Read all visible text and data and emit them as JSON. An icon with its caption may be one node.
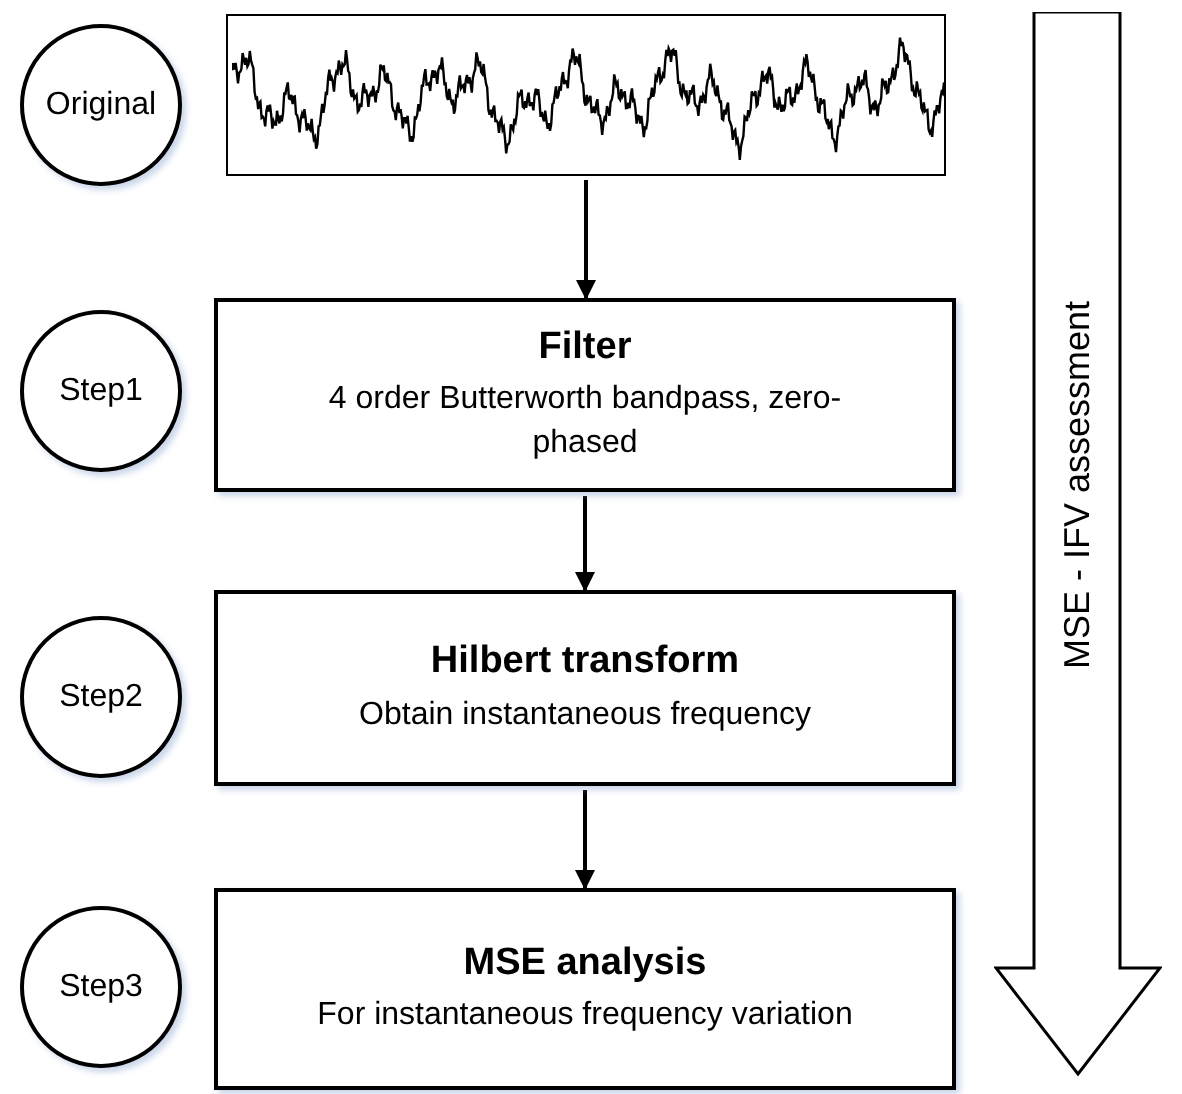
{
  "diagram": {
    "nodes": [
      {
        "text": [
          "Original"
        ]
      },
      {
        "text": [],
        "shape": "picture"
      },
      {
        "text": [
          "Step1"
        ]
      },
      {
        "text": [
          "Filter",
          "4 order Butterworth bandpass, zero-phased"
        ]
      },
      {
        "text": [
          "Step2"
        ]
      },
      {
        "text": [
          "Hilbert transform",
          "Obtain instantaneous frequency"
        ]
      },
      {
        "text": [
          "Step3"
        ]
      },
      {
        "text": [
          "MSE analysis",
          "For instantaneous frequency variation"
        ]
      },
      {
        "text": [
          "MSE - IFV assessment"
        ]
      }
    ],
    "edges": [
      {
        "from": 1,
        "to": 3,
        "arrow": "to"
      },
      {
        "from": 3,
        "to": 5,
        "arrow": "to"
      },
      {
        "from": 5,
        "to": 7,
        "arrow": "to"
      }
    ]
  }
}
